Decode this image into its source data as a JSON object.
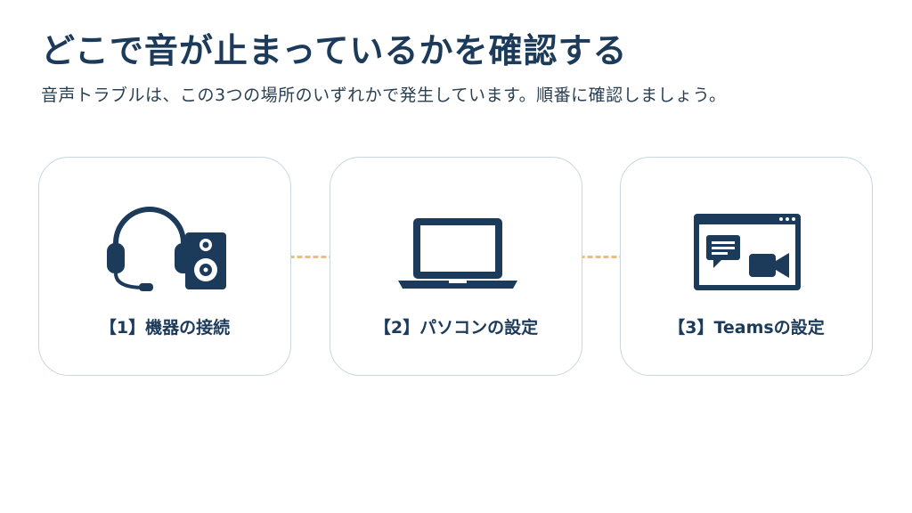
{
  "header": {
    "title": "どこで音が止まっているかを確認する",
    "subtitle": "音声トラブルは、この3つの場所のいずれかで発生しています。順番に確認しましょう。"
  },
  "steps": [
    {
      "label": "【1】機器の接続",
      "icons": [
        "headset-icon",
        "speaker-icon"
      ]
    },
    {
      "label": "【2】パソコンの設定",
      "icons": [
        "laptop-icon"
      ]
    },
    {
      "label": "【3】Teamsの設定",
      "icons": [
        "app-window-icon",
        "chat-bubble-icon",
        "video-camera-icon"
      ]
    }
  ],
  "colors": {
    "primary": "#1c3a5a",
    "card_border": "#c8d6e0",
    "connector": "#f0bd7a",
    "background": "#ffffff"
  }
}
